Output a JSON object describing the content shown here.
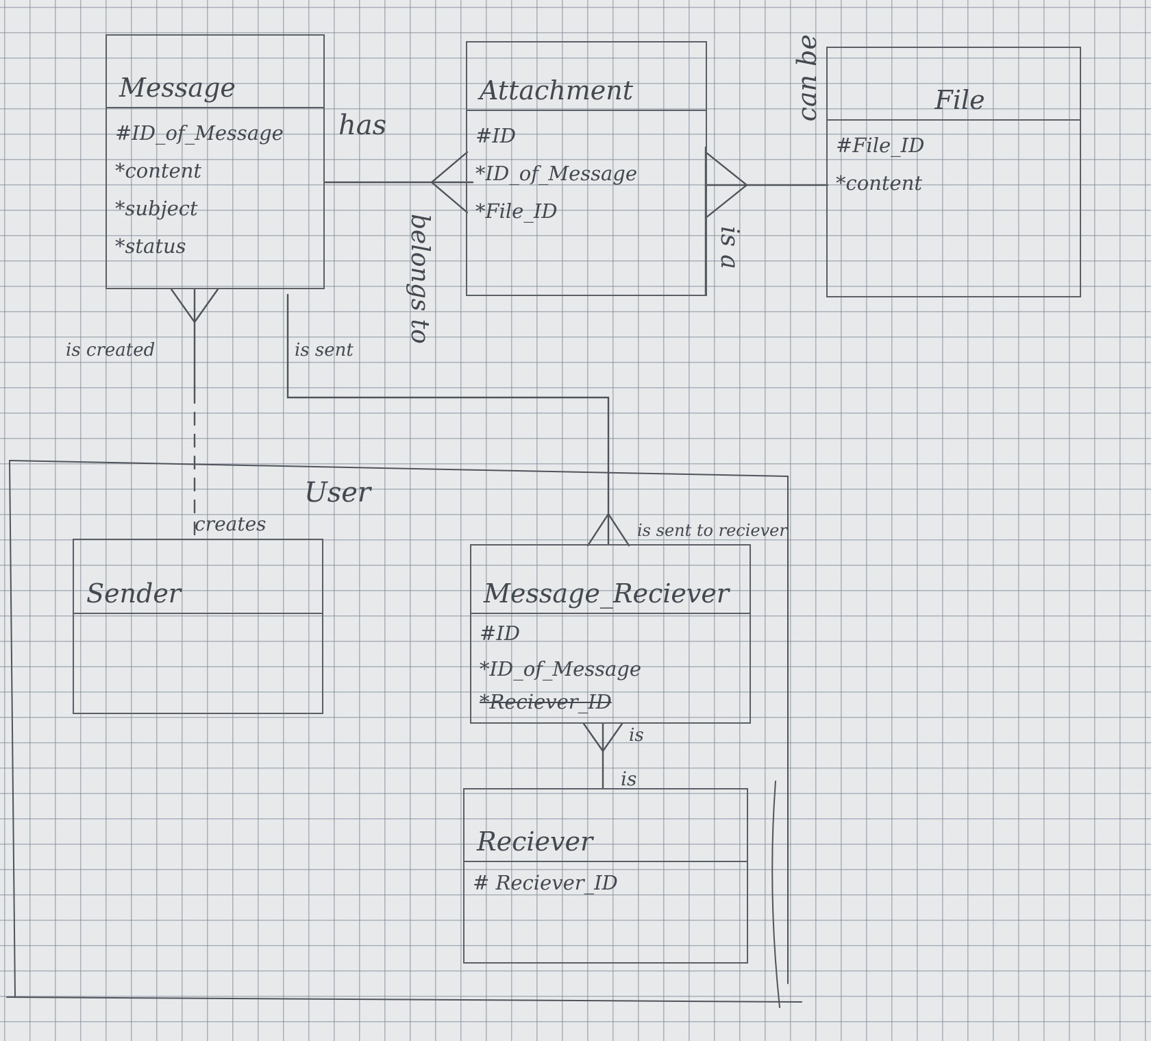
{
  "entities": {
    "message": {
      "name": "Message",
      "attributes": [
        "#ID_of_Message",
        "*content",
        "*subject",
        "*status"
      ]
    },
    "attachment": {
      "name": "Attachment",
      "attributes": [
        "#ID",
        "*ID_of_Message",
        "*File_ID"
      ]
    },
    "file": {
      "name": "File",
      "attributes": [
        "#File_ID",
        "*content"
      ]
    },
    "sender": {
      "name": "Sender",
      "attributes": []
    },
    "message_reciever": {
      "name": "Message_Reciever",
      "attributes": [
        "#ID",
        "*ID_of_Message",
        "*Reciever_ID"
      ]
    },
    "reciever": {
      "name": "Reciever",
      "attributes": [
        "# Reciever_ID"
      ]
    }
  },
  "subtype_group": "User",
  "relationships": {
    "has": "has",
    "belongs_to": "belongs to",
    "can_be": "can be",
    "is_a": "is a",
    "is_created": "is created",
    "creates": "creates",
    "is_sent": "is sent",
    "is_sent_to_reciever": "is sent to reciever",
    "is": "is",
    "is_sent_label": "is"
  }
}
